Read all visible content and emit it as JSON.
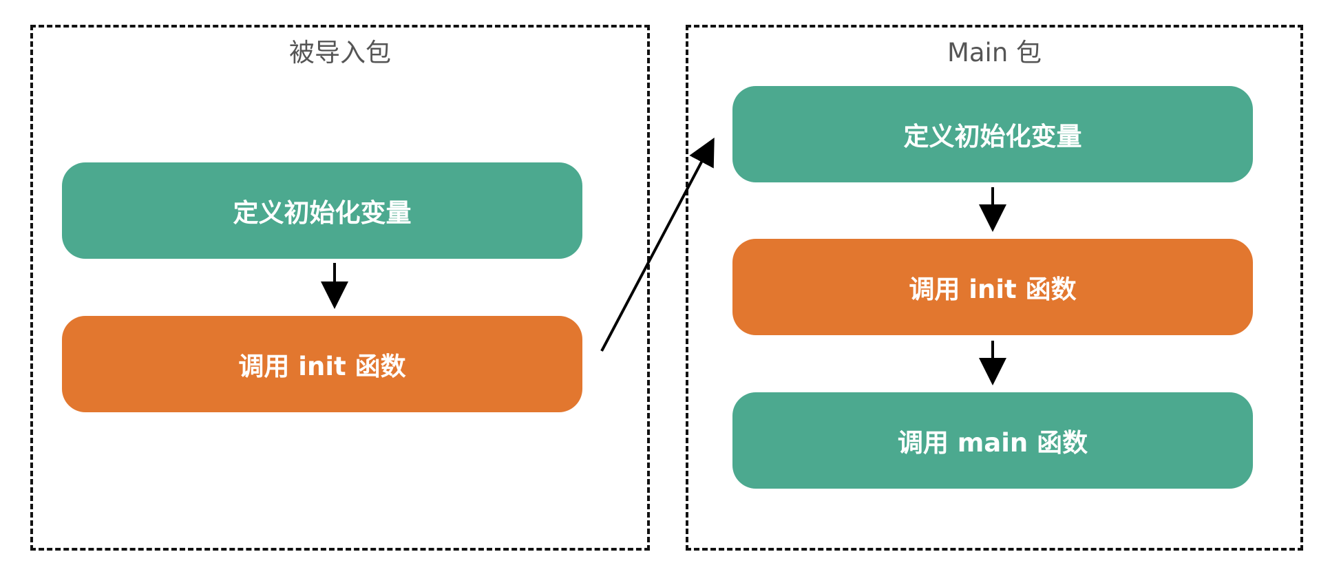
{
  "panels": {
    "left": {
      "title": "被导入包"
    },
    "right": {
      "title": "Main 包"
    }
  },
  "nodes": {
    "left_define_vars": "定义初始化变量",
    "left_call_init": "调用 init 函数",
    "right_define_vars": "定义初始化变量",
    "right_call_init": "调用 init 函数",
    "right_call_main": "调用 main 函数"
  },
  "colors": {
    "green": "#4ca98f",
    "orange": "#e2772f",
    "border": "#111111",
    "title": "#555555"
  }
}
